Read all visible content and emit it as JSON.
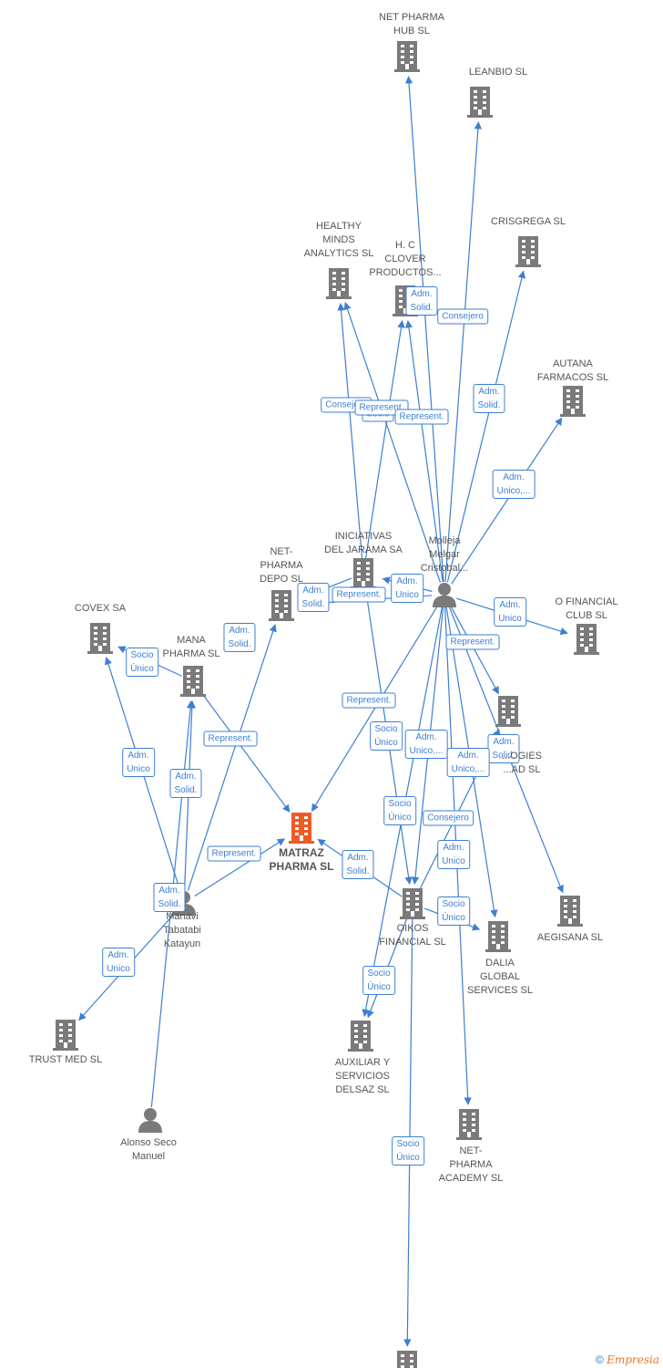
{
  "colors": {
    "edge": "#3d7fd1",
    "company": "#7a7a7a",
    "main": "#f05a23",
    "person": "#7a7a7a"
  },
  "footer": {
    "copyright": "©",
    "brand_initial": "E",
    "brand_rest": "mpresia"
  },
  "nodes": [
    {
      "id": "netpharmahub",
      "kind": "company",
      "label": "NET PHARMA\nHUB  SL"
    },
    {
      "id": "leanbio",
      "kind": "company",
      "label": "LEANBIO  SL"
    },
    {
      "id": "crisgrega",
      "kind": "company",
      "label": "CRISGREGA  SL"
    },
    {
      "id": "healthy",
      "kind": "company",
      "label": "HEALTHY\nMINDS\nANALYTICS  SL"
    },
    {
      "id": "clover",
      "kind": "company",
      "label": "H.  C\nCLOVER\nPRODUCTOS..."
    },
    {
      "id": "autana",
      "kind": "company",
      "label": "AUTANA\nFARMACOS  SL"
    },
    {
      "id": "iniciativas",
      "kind": "company",
      "label": "INICIATIVAS\nDEL JARAMA SA"
    },
    {
      "id": "molleja",
      "kind": "person",
      "label": "Molleja\nMelgar\nCristobal..."
    },
    {
      "id": "netpharmadepo",
      "kind": "company",
      "label": "NET-\nPHARMA\nDEPO  SL"
    },
    {
      "id": "covex",
      "kind": "company",
      "label": "COVEX SA"
    },
    {
      "id": "manapharma",
      "kind": "company",
      "label": "MANA\nPHARMA  SL"
    },
    {
      "id": "ofinancial",
      "kind": "company",
      "label": "O FINANCIAL\nCLUB  SL"
    },
    {
      "id": "ologies",
      "kind": "company",
      "label": "...OGIES\n...AD  SL"
    },
    {
      "id": "matraz",
      "kind": "main",
      "label": "MATRAZ\nPHARMA  SL"
    },
    {
      "id": "aegisana",
      "kind": "company",
      "label": "AEGISANA  SL"
    },
    {
      "id": "manavi",
      "kind": "person",
      "label": "Manavi\nTabatabi\nKatayun"
    },
    {
      "id": "oikos",
      "kind": "company",
      "label": "OIKOS\nFINANCIAL  SL"
    },
    {
      "id": "dalia",
      "kind": "company",
      "label": "DALIA\nGLOBAL\nSERVICES  SL"
    },
    {
      "id": "trustmed",
      "kind": "company",
      "label": "TRUST MED SL"
    },
    {
      "id": "auxiliar",
      "kind": "company",
      "label": "AUXILIAR Y\nSERVICIOS\nDELSAZ SL"
    },
    {
      "id": "alonso",
      "kind": "person",
      "label": "Alonso Seco\nManuel"
    },
    {
      "id": "netpharmaacademy",
      "kind": "company",
      "label": "NET-\nPHARMA\nACADEMY  SL"
    },
    {
      "id": "bottomco",
      "kind": "company",
      "label": ""
    }
  ],
  "edges": [
    {
      "from": "molleja",
      "to": "netpharmahub",
      "label": "Adm.\nSolid."
    },
    {
      "from": "molleja",
      "to": "leanbio",
      "label": "Consejero"
    },
    {
      "from": "molleja",
      "to": "crisgrega",
      "label": "Adm.\nSolid."
    },
    {
      "from": "molleja",
      "to": "autana",
      "label": "Adm.\nUnico,..."
    },
    {
      "from": "molleja",
      "to": "healthy",
      "label": "Consejero"
    },
    {
      "from": "iniciativas",
      "to": "healthy",
      "label": "Socio"
    },
    {
      "from": "iniciativas",
      "to": "clover",
      "label": "Represent."
    },
    {
      "from": "molleja",
      "to": "clover",
      "label": "Represent."
    },
    {
      "from": "molleja",
      "to": "iniciativas",
      "label": "Adm.\nUnico"
    },
    {
      "from": "molleja",
      "to": "netpharmadepo",
      "label": "Adm.\nSolid."
    },
    {
      "from": "iniciativas",
      "to": "netpharmadepo",
      "label": "Represent."
    },
    {
      "from": "molleja",
      "to": "ofinancial",
      "label": "Adm.\nUnico"
    },
    {
      "from": "molleja",
      "to": "ologies",
      "label": "Represent."
    },
    {
      "from": "molleja",
      "to": "matraz",
      "label": "Represent."
    },
    {
      "from": "molleja",
      "to": "oikos",
      "label": "Adm.\nUnico,..."
    },
    {
      "from": "molleja",
      "to": "aegisana",
      "label": "Adm.\nSolid."
    },
    {
      "from": "molleja",
      "to": "dalia",
      "label": "Adm.\nUnico"
    },
    {
      "from": "molleja",
      "to": "auxiliar",
      "label": "Socio\nÚnico"
    },
    {
      "from": "molleja",
      "to": "netpharmaacademy",
      "label": "Socio\nÚnico"
    },
    {
      "from": "iniciativas",
      "to": "oikos",
      "label": "Socio\nÚnico"
    },
    {
      "from": "oikos",
      "to": "ologies",
      "label": "Consejero"
    },
    {
      "from": "oikos",
      "to": "dalia",
      "label": "Adm.\nUnico,..."
    },
    {
      "from": "oikos",
      "to": "matraz",
      "label": "Adm.\nSolid."
    },
    {
      "from": "oikos",
      "to": "auxiliar",
      "label": "Socio\nÚnico"
    },
    {
      "from": "oikos",
      "to": "bottomco",
      "label": "Socio\nÚnico"
    },
    {
      "from": "manavi",
      "to": "covex",
      "label": "Adm.\nUnico"
    },
    {
      "from": "manavi",
      "to": "manapharma",
      "label": "Adm.\nSolid."
    },
    {
      "from": "manavi",
      "to": "netpharmadepo",
      "label": "Adm.\nSolid."
    },
    {
      "from": "manavi",
      "to": "matraz",
      "label": "Represent."
    },
    {
      "from": "manavi",
      "to": "trustmed",
      "label": "Adm.\nUnico"
    },
    {
      "from": "manapharma",
      "to": "matraz",
      "label": "Represent."
    },
    {
      "from": "manapharma",
      "to": "covex",
      "label": "Socio\nÚnico"
    },
    {
      "from": "alonso",
      "to": "manapharma",
      "label": "Adm.\nSolid."
    }
  ]
}
